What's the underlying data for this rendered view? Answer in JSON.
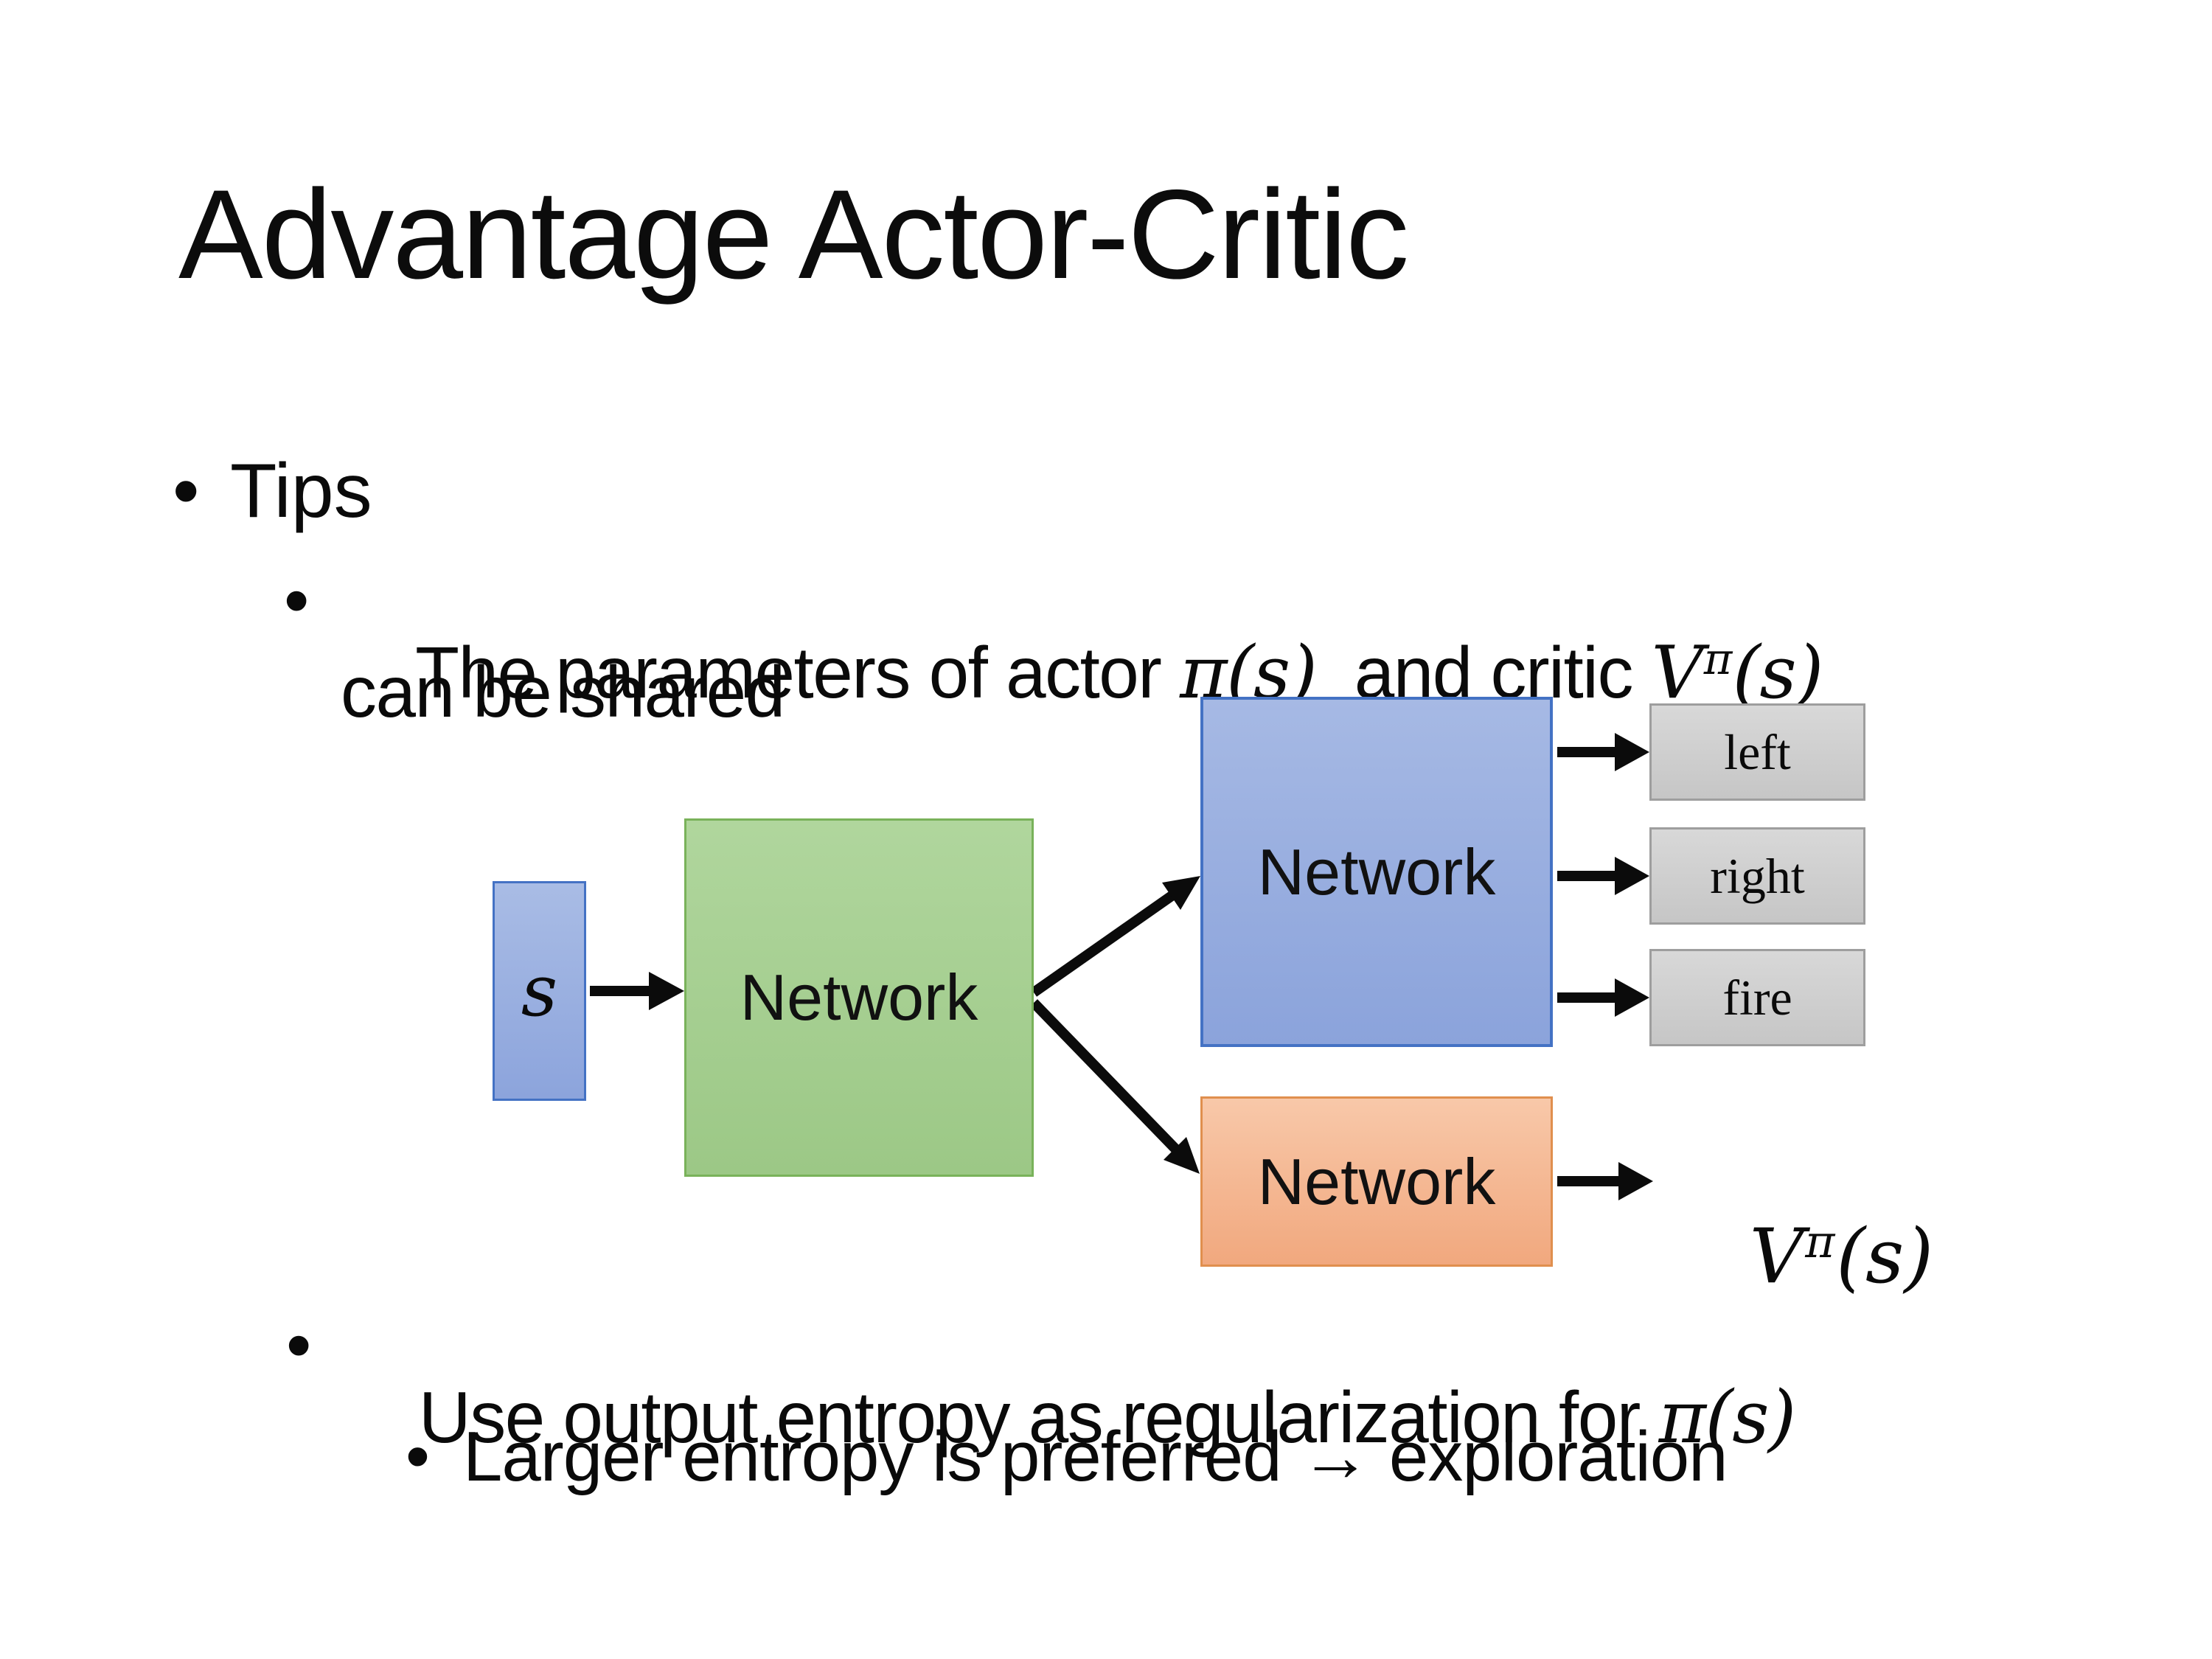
{
  "slide": {
    "title": "Advantage Actor-Critic",
    "bullet_char": "•",
    "tips": {
      "label": "Tips"
    },
    "shared_item": {
      "line1_pre": "The parameters of actor ",
      "line1_pi": "π(s)",
      "line1_mid": "  and critic ",
      "line1_V": "V",
      "line1_sup": "π",
      "line1_paren": "(s)",
      "line2": "can be shared"
    },
    "entropy_item": {
      "pre": "Use output entropy as regularization for ",
      "pi": "π(s)"
    },
    "exploration_item": {
      "text": "Larger entropy is preferred → exploration"
    },
    "diagram": {
      "state_label": "s",
      "shared_network": "Network",
      "actor_network": "Network",
      "critic_network": "Network",
      "actions": [
        "left",
        "right",
        "fire"
      ],
      "value_V": "V",
      "value_sup": "π",
      "value_paren": "(s)"
    },
    "colors": {
      "stateFillTop": "#a9bce5",
      "stateFillBottom": "#8ca4dc",
      "stateBorder": "#4472c4",
      "sharedFillTop": "#b0d69d",
      "sharedFillBottom": "#9cc886",
      "sharedBorder": "#79b25a",
      "actorFillTop": "#a6b9e4",
      "actorFillBottom": "#8ba3db",
      "actorBorder": "#4472c4",
      "criticFillTop": "#f8c8a9",
      "criticFillBottom": "#f1a87e",
      "criticBorder": "#e08f4e",
      "actionFillTop": "#d8d8d8",
      "actionFillBottom": "#c6c6c6",
      "actionBorder": "#9e9e9e",
      "arrow": "#0b0b0b"
    }
  }
}
